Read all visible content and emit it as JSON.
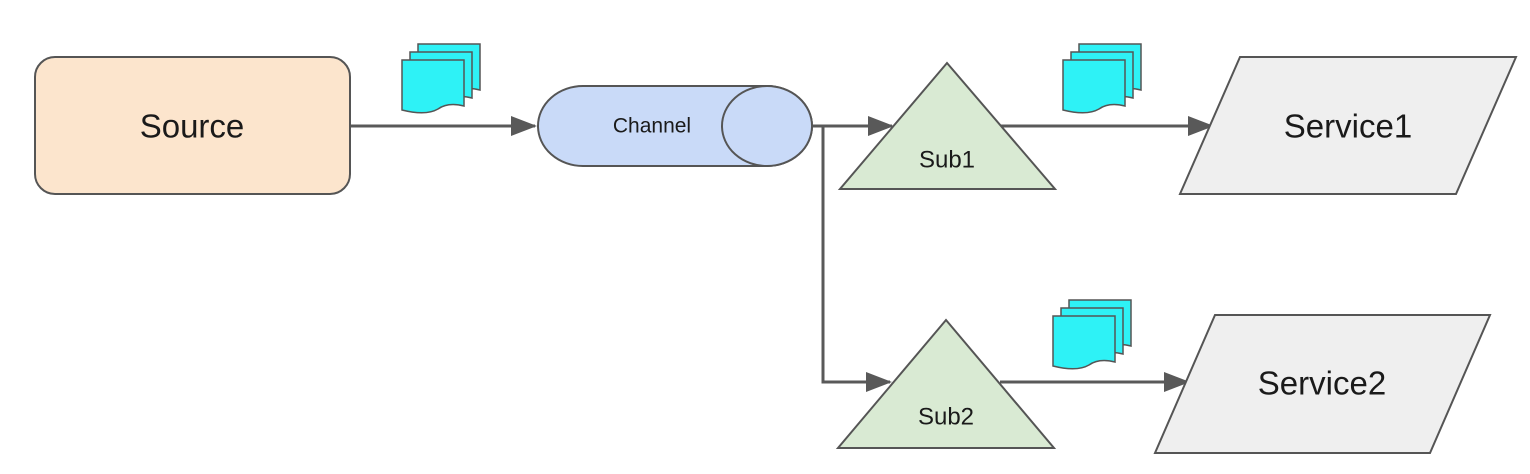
{
  "nodes": {
    "source": {
      "label": "Source"
    },
    "channel": {
      "label": "Channel"
    },
    "sub1": {
      "label": "Sub1"
    },
    "sub2": {
      "label": "Sub2"
    },
    "service1": {
      "label": "Service1"
    },
    "service2": {
      "label": "Service2"
    }
  },
  "colors": {
    "source_fill": "#fce5cd",
    "channel_fill": "#c9daf8",
    "subscription_fill": "#d9ead3",
    "service_fill": "#efefef",
    "message_fill": "#2ef2f6",
    "stroke": "#555555",
    "connector": "#595959"
  },
  "icons": [
    "message-stack-icon",
    "message-stack-icon",
    "message-stack-icon"
  ]
}
